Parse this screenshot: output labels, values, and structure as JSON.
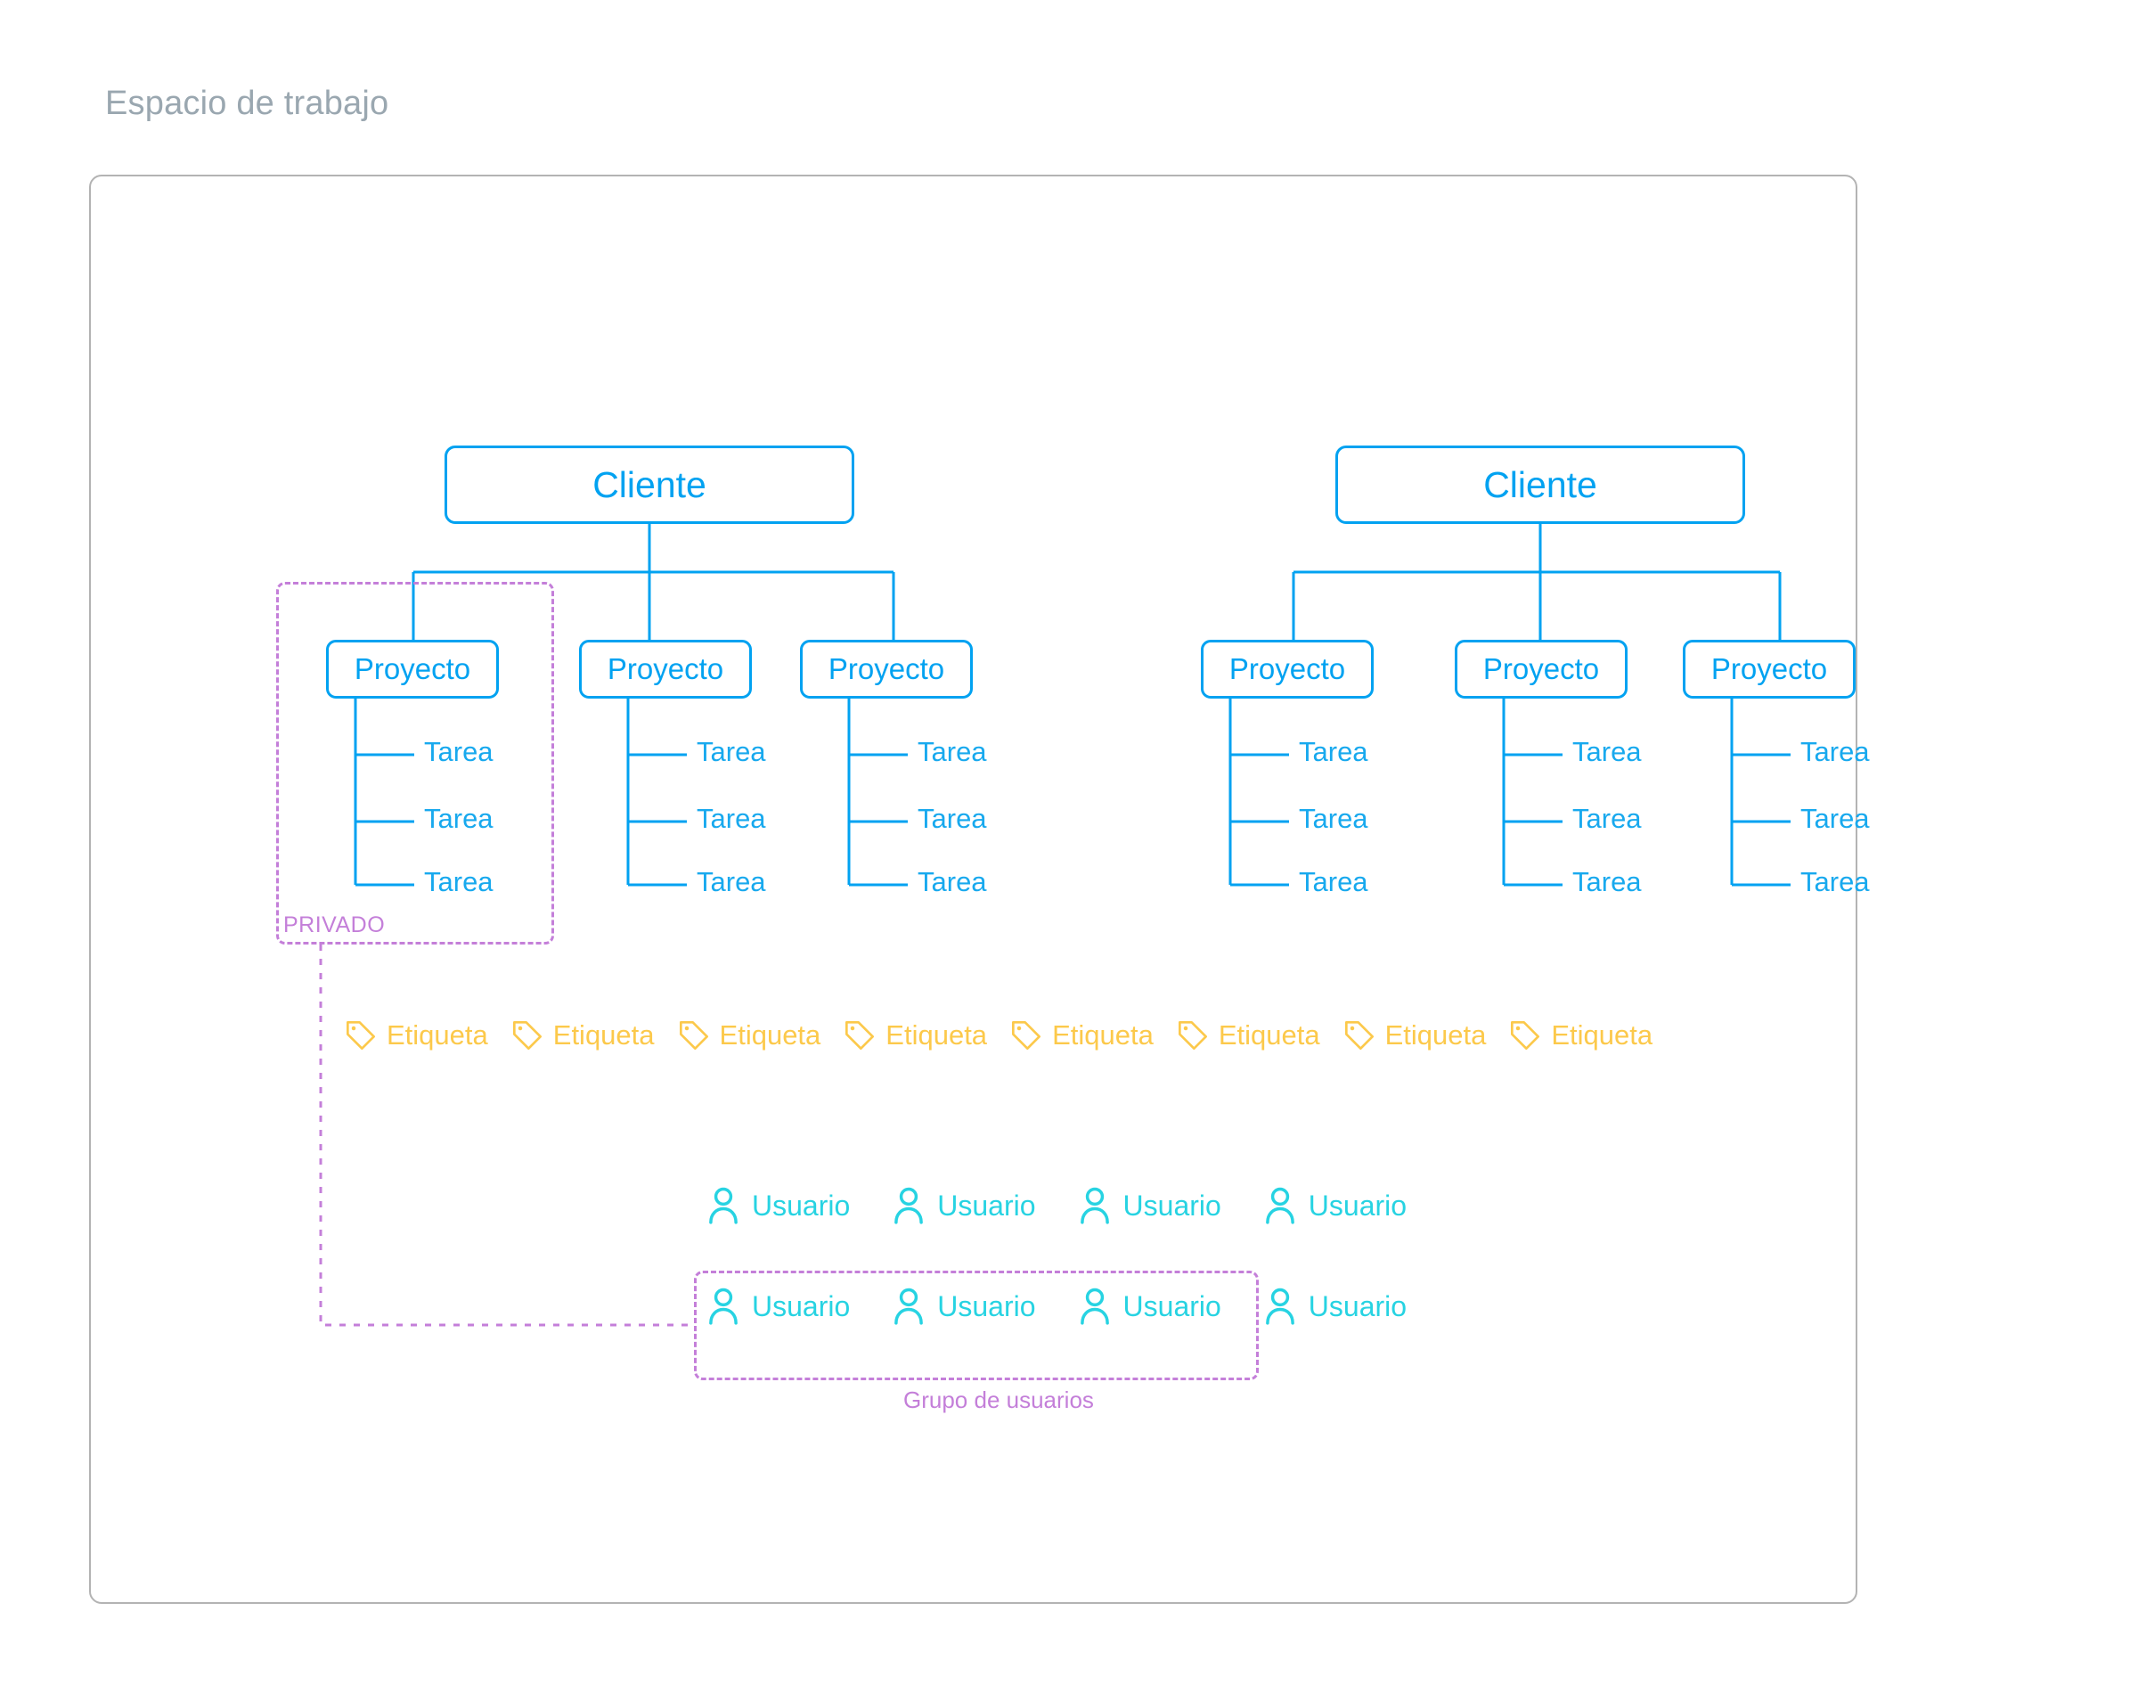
{
  "header": {
    "title": "Espacio de trabajo"
  },
  "colors": {
    "node_blue": "#01A2F1",
    "task_blue": "#18A9EE",
    "tag_yellow": "#FCC94B",
    "user_cyan": "#27D3E2",
    "dashed_purple": "#C47FD9",
    "panel_border": "#b3b3b3",
    "title_gray": "#9aa7b0",
    "background": "#ffffff"
  },
  "diagram": {
    "clients": [
      {
        "label": "Cliente",
        "projects": [
          {
            "label": "Proyecto",
            "tasks": [
              "Tarea",
              "Tarea",
              "Tarea"
            ]
          },
          {
            "label": "Proyecto",
            "tasks": [
              "Tarea",
              "Tarea",
              "Tarea"
            ]
          },
          {
            "label": "Proyecto",
            "tasks": [
              "Tarea",
              "Tarea",
              "Tarea"
            ]
          }
        ]
      },
      {
        "label": "Cliente",
        "projects": [
          {
            "label": "Proyecto",
            "tasks": [
              "Tarea",
              "Tarea",
              "Tarea"
            ]
          },
          {
            "label": "Proyecto",
            "tasks": [
              "Tarea",
              "Tarea",
              "Tarea"
            ]
          },
          {
            "label": "Proyecto",
            "tasks": [
              "Tarea",
              "Tarea",
              "Tarea"
            ]
          }
        ]
      }
    ],
    "private_region": {
      "label": "PRIVADO"
    },
    "user_group_region": {
      "label": "Grupo de usuarios"
    },
    "tags": [
      {
        "label": "Etiqueta"
      },
      {
        "label": "Etiqueta"
      },
      {
        "label": "Etiqueta"
      },
      {
        "label": "Etiqueta"
      },
      {
        "label": "Etiqueta"
      },
      {
        "label": "Etiqueta"
      },
      {
        "label": "Etiqueta"
      },
      {
        "label": "Etiqueta"
      }
    ],
    "users_row_1": [
      {
        "label": "Usuario"
      },
      {
        "label": "Usuario"
      },
      {
        "label": "Usuario"
      },
      {
        "label": "Usuario"
      }
    ],
    "users_row_2": [
      {
        "label": "Usuario"
      },
      {
        "label": "Usuario"
      },
      {
        "label": "Usuario"
      },
      {
        "label": "Usuario"
      }
    ]
  }
}
